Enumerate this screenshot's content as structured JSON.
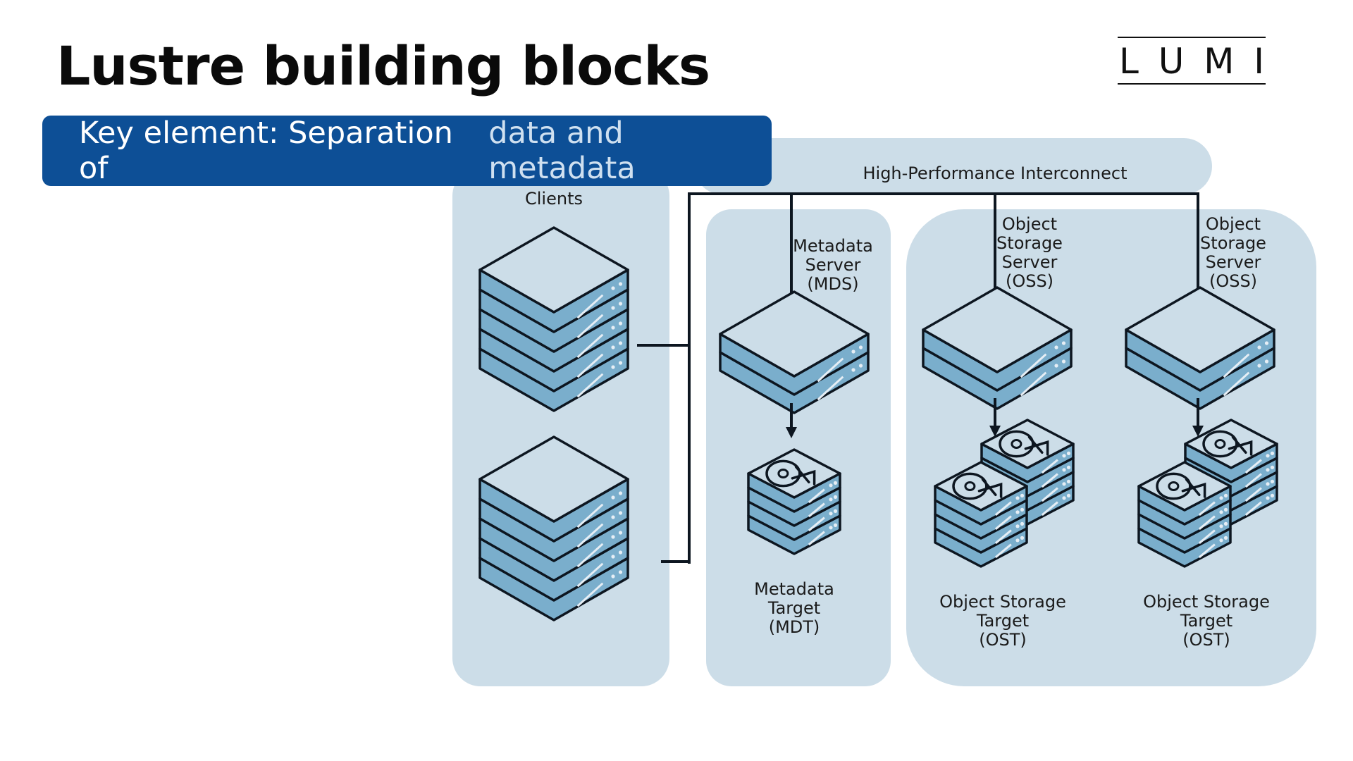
{
  "slide": {
    "title": "Lustre building blocks",
    "logo_letters": [
      "L",
      "U",
      "M",
      "I"
    ]
  },
  "banner": {
    "prefix": "Key element: Separation of",
    "highlight": "data and metadata"
  },
  "diagram": {
    "interconnect_label": "High-Performance Interconnect",
    "clients_label": "Clients",
    "mds_label": [
      "Metadata",
      "Server",
      "(MDS)"
    ],
    "mdt_label": [
      "Metadata",
      "Target",
      "(MDT)"
    ],
    "oss_label": [
      "Object",
      "Storage",
      "Server",
      "(OSS)"
    ],
    "ost_label": [
      "Object Storage",
      "Target",
      "(OST)"
    ]
  },
  "colors": {
    "panel": "#ccdde8",
    "banner": "#0d4f96",
    "banner_highlight": "#cfe0f0",
    "server_top": "#ccdde8",
    "server_body": "#7aaecc",
    "outline": "#0d1620",
    "line": "#0d1620"
  },
  "icons": [
    "server-stack-icon",
    "server-icon",
    "hard-drive-stack-icon",
    "down-arrow-icon"
  ]
}
